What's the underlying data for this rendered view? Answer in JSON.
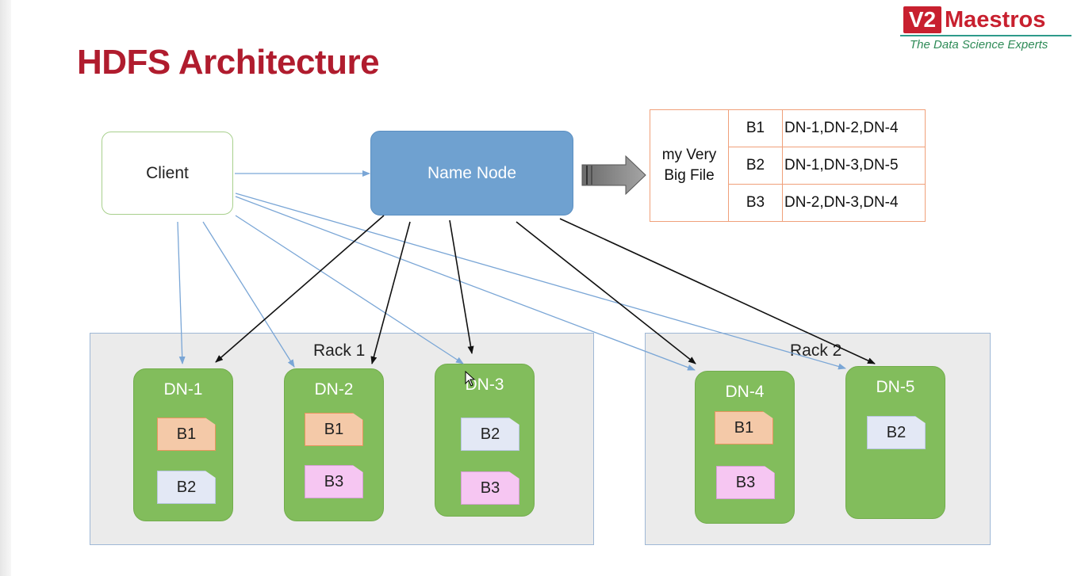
{
  "slide": {
    "title": "HDFS Architecture",
    "logo": {
      "badge": "V2",
      "name": "Maestros",
      "tagline": "The Data Science Experts"
    }
  },
  "client": {
    "label": "Client"
  },
  "name_node": {
    "label": "Name Node"
  },
  "metadata_table": {
    "file": "my Very Big File",
    "rows": [
      {
        "block": "B1",
        "nodes": "DN-1,DN-2,DN-4"
      },
      {
        "block": "B2",
        "nodes": "DN-1,DN-3,DN-5"
      },
      {
        "block": "B3",
        "nodes": "DN-2,DN-3,DN-4"
      }
    ]
  },
  "racks": [
    {
      "label": "Rack 1",
      "data_nodes": [
        {
          "label": "DN-1",
          "blocks": [
            "B1",
            "B2"
          ]
        },
        {
          "label": "DN-2",
          "blocks": [
            "B1",
            "B3"
          ]
        },
        {
          "label": "DN-3",
          "blocks": [
            "B2",
            "B3"
          ]
        }
      ]
    },
    {
      "label": "Rack 2",
      "data_nodes": [
        {
          "label": "DN-4",
          "blocks": [
            "B1",
            "B3"
          ]
        },
        {
          "label": "DN-5",
          "blocks": [
            "B2"
          ]
        }
      ]
    }
  ],
  "colors": {
    "title": "#b01c2e",
    "name_node": "#6fa1d0",
    "data_node": "#82bd5c",
    "rack_bg": "#ebebeb",
    "block_B1": "#f4c9a8",
    "block_B2": "#e3e8f5",
    "block_B3": "#f6c6f2",
    "client_arrow": "#7aa6d6",
    "namenode_arrow": "#111111"
  }
}
